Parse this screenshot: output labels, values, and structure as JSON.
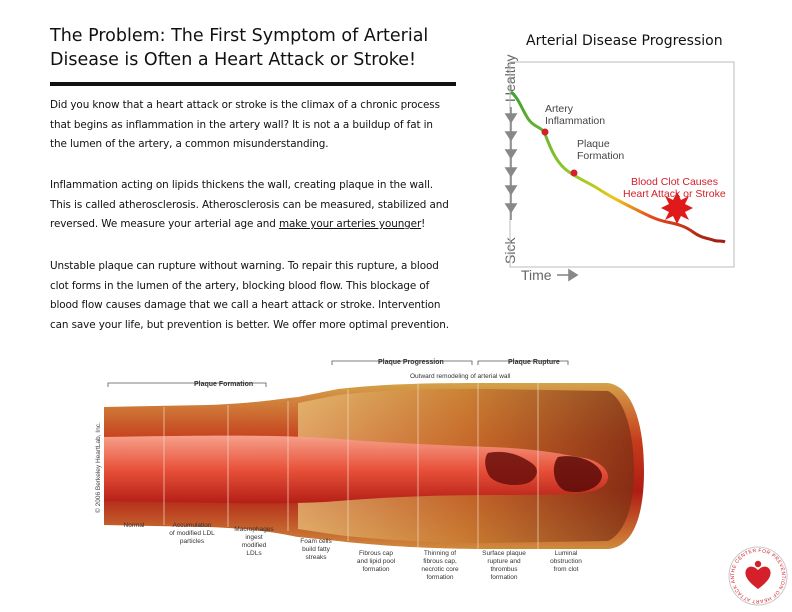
{
  "title": "The Problem: The First Symptom of Arterial Disease is Often a Heart Attack or Stroke!",
  "para1": "Did you know that a heart attack or stroke is the climax of a chronic process that begins as inflammation in the artery wall? It is not a a buildup of fat in the lumen of the artery, a common misunderstanding.",
  "para2": {
    "a": "Inflammation acting on lipids thickens the wall, creating plaque in the wall. This is called atherosclerosis. Atherosclerosis can be measured, stabilized and reversed. We measure your arterial age and ",
    "link": "make your arteries younger",
    "end": "!"
  },
  "para3": "Unstable plaque can rupture without warning. To repair this rupture, a blood clot forms in the lumen of the artery, blocking blood flow. This blockage of blood flow causes damage that we call a heart attack or stroke. Intervention can save your life, but prevention is better. We offer more optimal prevention.",
  "progression": {
    "heading": "Arterial Disease Progression",
    "y_top": "Healthy",
    "y_bottom": "Sick",
    "x_label": "Time",
    "stage1": [
      "Artery",
      "Inflammation"
    ],
    "stage2": [
      "Plaque",
      "Formation"
    ],
    "stage3": [
      "Blood Clot Causes",
      "Heart Attack or Stroke"
    ]
  },
  "artery": {
    "top_labels": {
      "formation": "Plaque Formation",
      "progression": "Plaque Progression",
      "rupture": "Plaque Rupture",
      "remodel": "Outward remodeling of arterial wall"
    },
    "copyright": "© 2006 Berkeley HeartLab, Inc.",
    "stages": [
      [
        "Normal"
      ],
      [
        "Accumulation",
        "of modified LDL",
        "particles"
      ],
      [
        "Macrophages",
        "ingest",
        "modified",
        "LDLs"
      ],
      [
        "Foam cells",
        "build fatty",
        "streaks"
      ],
      [
        "Fibrous cap",
        "and lipid pool",
        "formation"
      ],
      [
        "Thinning of",
        "fibrous cap,",
        "necrotic core",
        "formation"
      ],
      [
        "Surface plaque",
        "rupture and",
        "thrombus",
        "formation"
      ],
      [
        "Luminal",
        "obstruction",
        "from clot"
      ]
    ]
  },
  "logo": {
    "ring_text": "THE CENTER FOR PREVENTION OF HEART ATTACK AND STROKE"
  },
  "colors": {
    "accent_red": "#d4202a",
    "artery_red": "#c0211c",
    "curve_green": "#3fa035"
  }
}
